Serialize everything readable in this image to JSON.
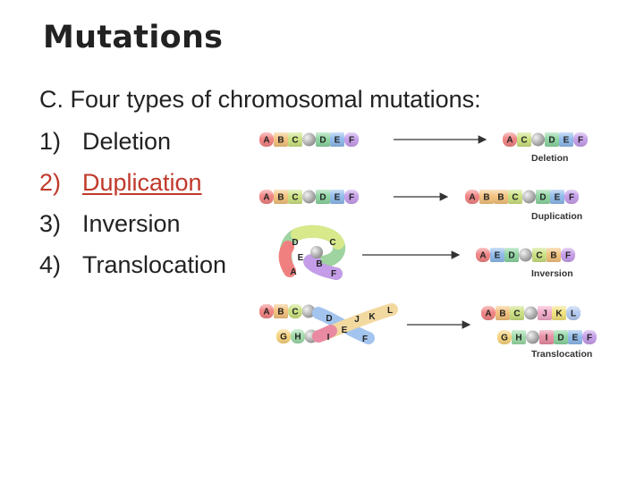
{
  "title": "Mutations",
  "heading": "C. Four types of chromosomal mutations:",
  "list": [
    {
      "num": "1)",
      "text": "Deletion"
    },
    {
      "num": "2)",
      "text": "Duplication"
    },
    {
      "num": "3)",
      "text": "Inversion"
    },
    {
      "num": "4)",
      "text": "Translocation"
    }
  ],
  "colors": {
    "A": "#f08080",
    "B": "#f2c07a",
    "C": "#c9e07e",
    "D": "#8ad39e",
    "E": "#8db9ea",
    "F": "#c49ce8",
    "G": "#f6d27a",
    "H": "#9bd9a6",
    "I": "#e98aa2",
    "J": "#f2a8c8",
    "K": "#f2e279",
    "L": "#b2c9f0",
    "centromere": "#b8b8b8",
    "highlight": "#c0392b"
  },
  "diagrams": {
    "deletion": {
      "before": [
        "A",
        "B",
        "C",
        "o",
        "D",
        "E",
        "F"
      ],
      "after": [
        "A",
        "C",
        "o",
        "D",
        "E",
        "F"
      ],
      "caption": "Deletion"
    },
    "duplication": {
      "before": [
        "A",
        "B",
        "C",
        "o",
        "D",
        "E",
        "F"
      ],
      "after": [
        "A",
        "B",
        "B",
        "C",
        "o",
        "D",
        "E",
        "F"
      ],
      "caption": "Duplication"
    },
    "inversion": {
      "loop_labels": [
        "D",
        "C",
        "E",
        "B",
        "A",
        "F"
      ],
      "after": [
        "A",
        "E",
        "D",
        "o",
        "C",
        "B",
        "F"
      ],
      "caption": "Inversion"
    },
    "translocation": {
      "before_top": [
        "A",
        "B",
        "C"
      ],
      "before_top_cross": [
        "D",
        "E",
        "F"
      ],
      "before_bottom": [
        "G",
        "H"
      ],
      "before_bottom_cross": [
        "I",
        "J",
        "K",
        "L"
      ],
      "after_top": [
        "A",
        "B",
        "C",
        "o",
        "J",
        "K",
        "L"
      ],
      "after_bottom": [
        "G",
        "H",
        "o",
        "I",
        "D",
        "E",
        "F"
      ],
      "caption": "Translocation"
    }
  }
}
